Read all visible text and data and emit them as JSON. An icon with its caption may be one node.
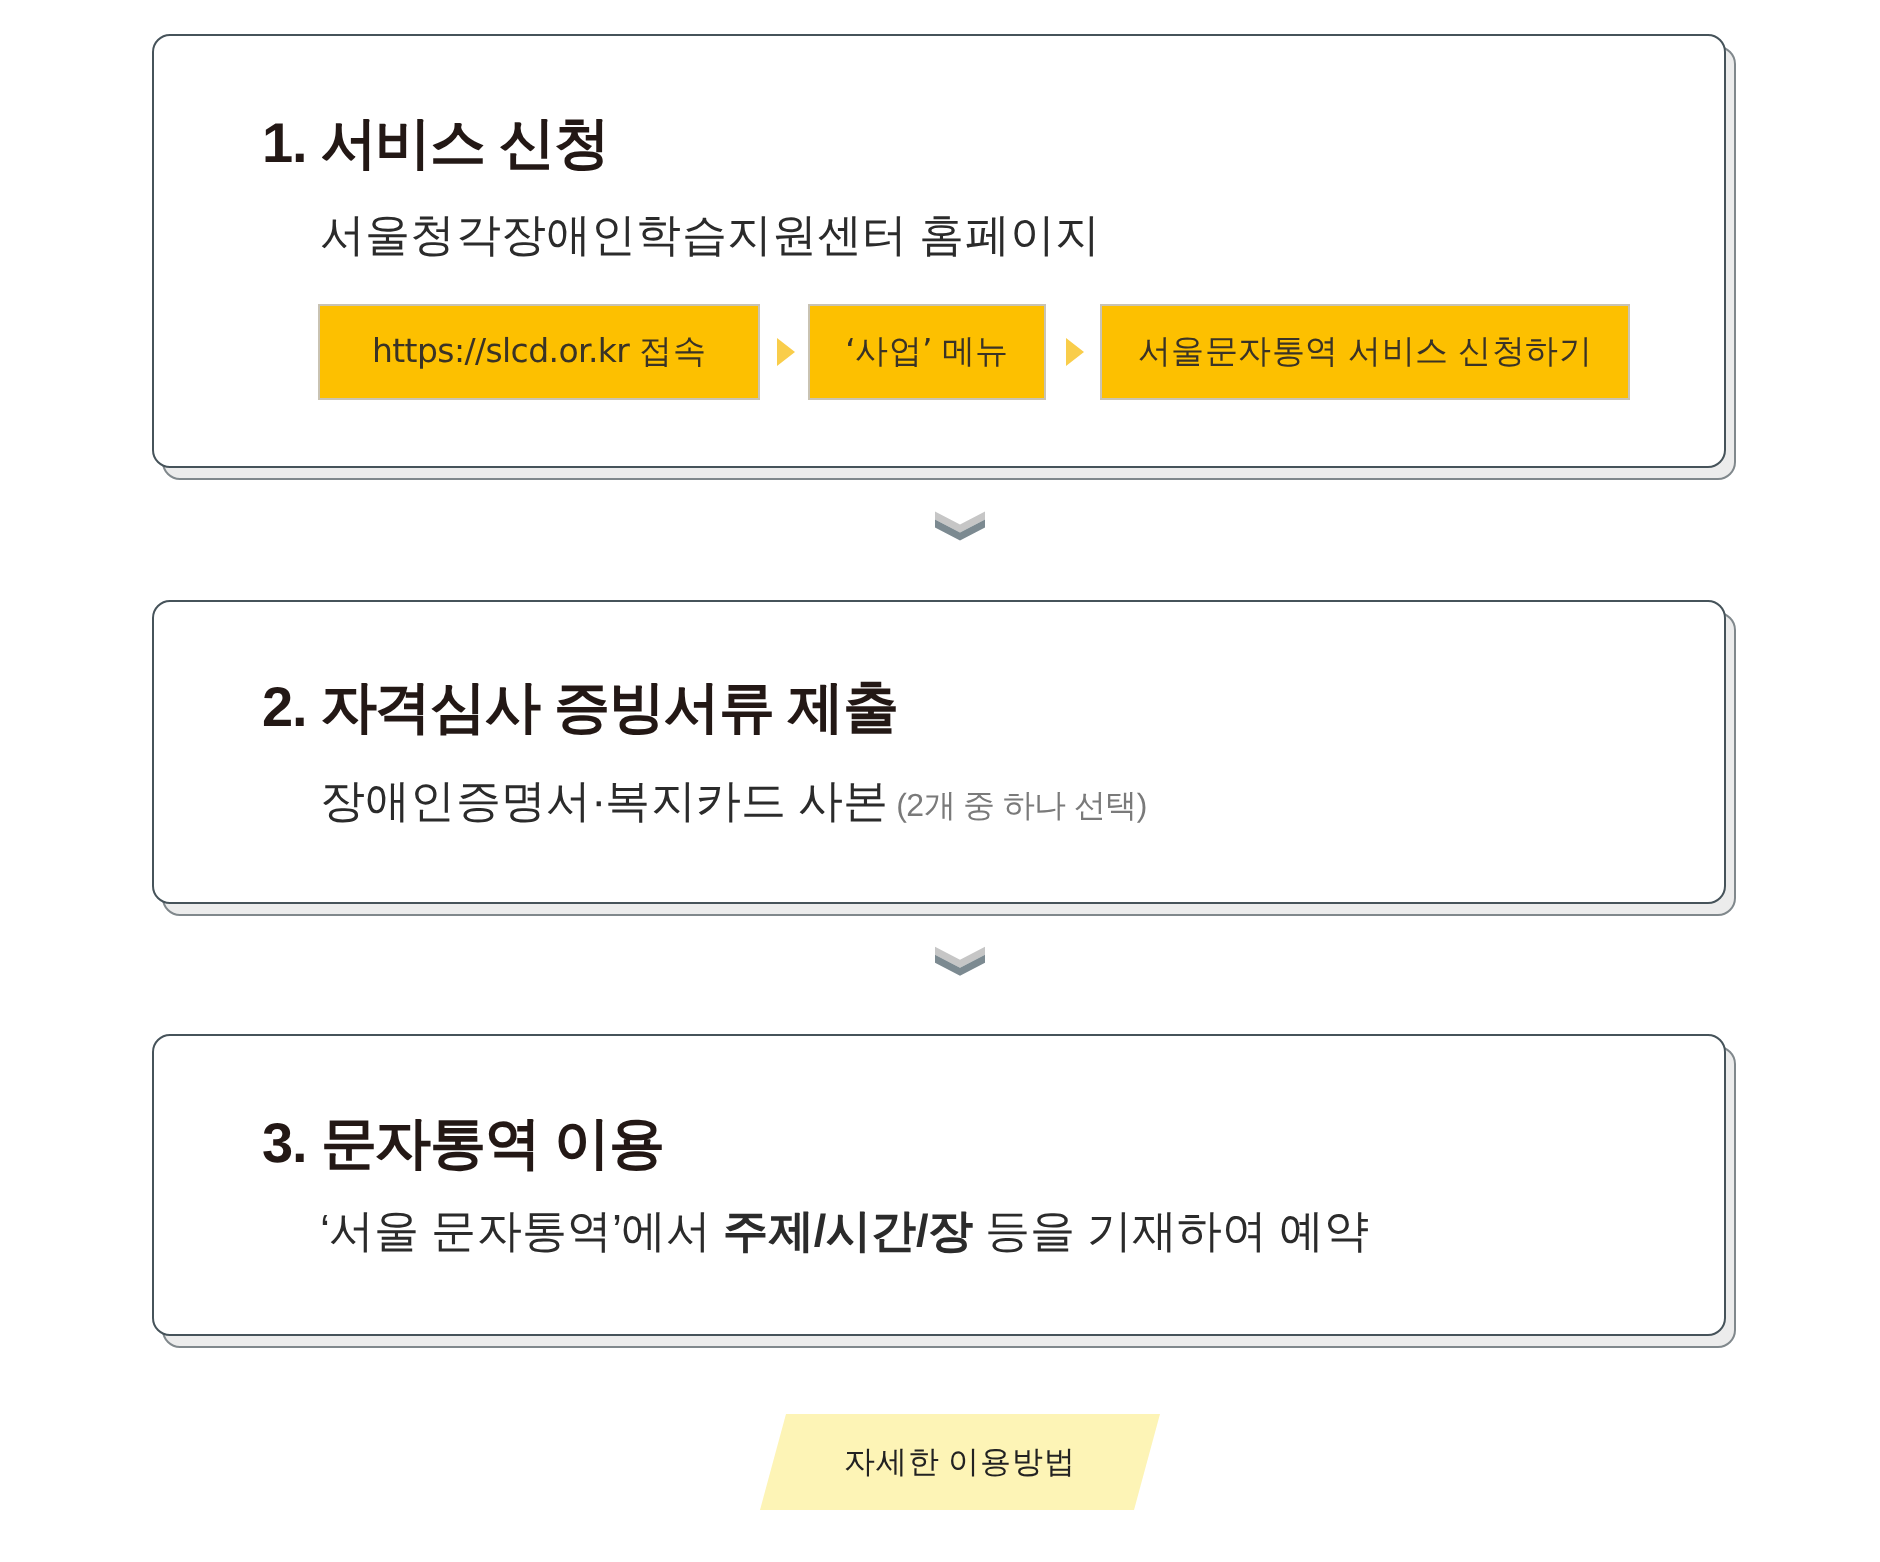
{
  "diagram": {
    "nodes": [
      {
        "text": [
          "1. 서비스 신청",
          "서울청각장애인학습지원센터 홈페이지"
        ]
      },
      {
        "text": [
          "https://slcd.or.kr 접속"
        ],
        "in": 0
      },
      {
        "text": [
          "‘사업’ 메뉴"
        ],
        "in": 0
      },
      {
        "text": [
          "서울문자통역 서비스 신청하기"
        ],
        "in": 0
      },
      {
        "text": [
          "2. 자격심사 증빙서류 제출",
          "장애인증명서·복지카드 사본",
          "(2개 중 하나 선택)"
        ]
      },
      {
        "text": [
          "3. 문자통역 이용",
          "‘서울 문자통역’에서 **주제/시간/장** 등을 기재하여 예약"
        ]
      },
      {
        "text": [
          "자세한 이용방법"
        ]
      }
    ],
    "edges": [
      {
        "from": 1,
        "to": 2,
        "arrow": "to"
      },
      {
        "from": 2,
        "to": 3,
        "arrow": "to"
      },
      {
        "from": 0,
        "to": 4,
        "arrow": "to"
      },
      {
        "from": 4,
        "to": 5,
        "arrow": "to"
      }
    ]
  }
}
